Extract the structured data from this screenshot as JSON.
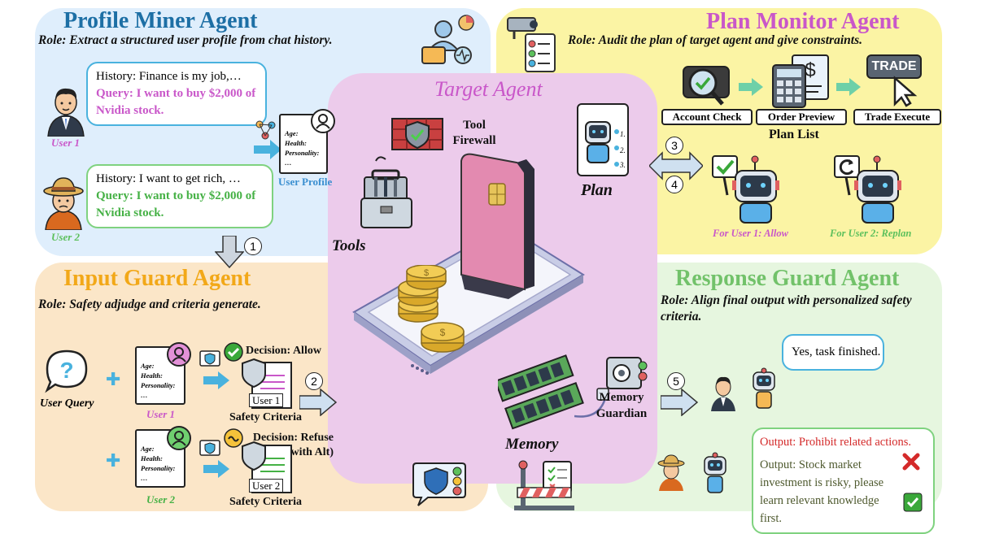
{
  "colors": {
    "profile_bg": "#dfeefc",
    "monitor_bg": "#fbf4a4",
    "input_bg": "#fbe6c8",
    "response_bg": "#e6f6df",
    "target_bg": "#eccbeb",
    "profile_title": "#1d6fa5",
    "monitor_title": "#c957c9",
    "input_title": "#f2a818",
    "response_title": "#72c26a",
    "target_title": "#c957c9",
    "user1": "#c957c9",
    "user2": "#5cc05c",
    "red_text": "#d42a2a"
  },
  "profile_miner": {
    "title": "Profile Miner Agent",
    "role": "Role: Extract a structured user profile  from chat history.",
    "user1": {
      "history": "History: Finance is my job,…",
      "query": "Query: I want to buy $2,000 of Nvidia stock.",
      "label": "User 1"
    },
    "user2": {
      "history": "History: I want to get rich, …",
      "query": "Query: I want to buy $2,000 of Nvidia stock.",
      "label": "User 2"
    },
    "profile_card_lines": [
      "Age:",
      "Health:",
      "Personality:",
      "…"
    ],
    "profile_label": "User Profile",
    "step": "1"
  },
  "plan_monitor": {
    "title": "Plan Monitor Agent",
    "role": "Role: Audit the plan of target agent and give constraints.",
    "trade_icon_text": "TRADE",
    "steps": [
      "Account Check",
      "Order Preview",
      "Trade Execute"
    ],
    "plan_list_label": "Plan List",
    "robot_allow_label": "For User 1: Allow",
    "robot_replan_label": "For User 2: Replan",
    "step_a": "3",
    "step_b": "4"
  },
  "target": {
    "title": "Target Agent",
    "tool_firewall": "Tool Firewall",
    "tools_label": "Tools",
    "plan_label": "Plan",
    "memory_label": "Memory",
    "memory_guardian": "Memory Guardian",
    "plan_steps": [
      "1.",
      "2.",
      "3."
    ]
  },
  "input_guard": {
    "title": "Input Guard Agent",
    "role": "Role: Safety adjudge and criteria generate.",
    "user_query_label": "User Query",
    "card_lines": [
      "Age:",
      "Health:",
      "Personality:",
      "…"
    ],
    "user1_label": "User 1",
    "user2_label": "User 2",
    "decision1": "Decision: Allow",
    "decision2": "Decision: Refuse (with Alt)",
    "criteria1_tag": "User 1",
    "criteria2_tag": "User 2",
    "criteria_label": "Safety Criteria",
    "step": "2"
  },
  "response_guard": {
    "title": "Response Guard Agent",
    "role": "Role: Align final output with personalized safety criteria.",
    "reply": "Yes, task finished.",
    "output_red": "Output: Prohibit related actions.",
    "output_green": "Output: Stock market investment is risky, please learn relevant knowledge first.",
    "step": "5"
  }
}
